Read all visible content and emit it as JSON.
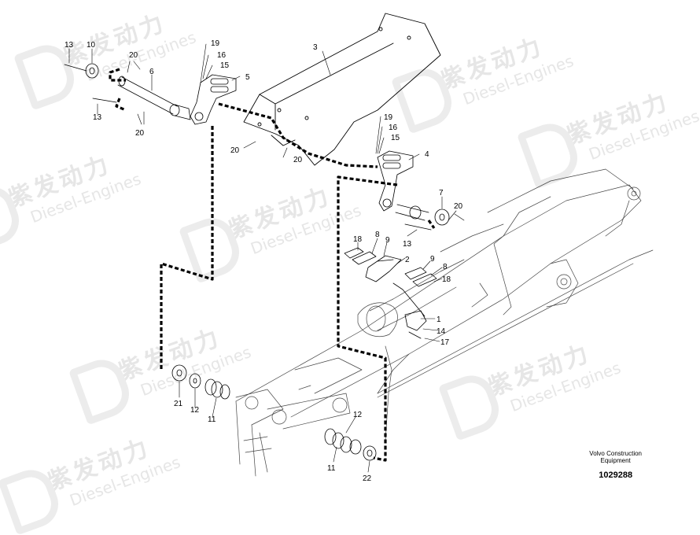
{
  "watermark": {
    "text_cn": "紫发动力",
    "text_en": "Diesel-Engines"
  },
  "manufacturer": {
    "line1": "Volvo Construction",
    "line2": "Equipment"
  },
  "drawing_number": "1029288",
  "callouts": [
    {
      "id": "c13a",
      "label": "13"
    },
    {
      "id": "c10",
      "label": "10"
    },
    {
      "id": "c20a",
      "label": "20"
    },
    {
      "id": "c6",
      "label": "6"
    },
    {
      "id": "c13b",
      "label": "13"
    },
    {
      "id": "c20b",
      "label": "20"
    },
    {
      "id": "c19a",
      "label": "19"
    },
    {
      "id": "c16a",
      "label": "16"
    },
    {
      "id": "c15a",
      "label": "15"
    },
    {
      "id": "c5",
      "label": "5"
    },
    {
      "id": "c3",
      "label": "3"
    },
    {
      "id": "c20c",
      "label": "20"
    },
    {
      "id": "c20d",
      "label": "20"
    },
    {
      "id": "c19b",
      "label": "19"
    },
    {
      "id": "c16b",
      "label": "16"
    },
    {
      "id": "c15b",
      "label": "15"
    },
    {
      "id": "c4",
      "label": "4"
    },
    {
      "id": "c7",
      "label": "7"
    },
    {
      "id": "c20e",
      "label": "20"
    },
    {
      "id": "c13c",
      "label": "13"
    },
    {
      "id": "c18a",
      "label": "18"
    },
    {
      "id": "c8a",
      "label": "8"
    },
    {
      "id": "c9a",
      "label": "9"
    },
    {
      "id": "c2",
      "label": "2"
    },
    {
      "id": "c9b",
      "label": "9"
    },
    {
      "id": "c8b",
      "label": "8"
    },
    {
      "id": "c18b",
      "label": "18"
    },
    {
      "id": "c1",
      "label": "1"
    },
    {
      "id": "c14",
      "label": "14"
    },
    {
      "id": "c17",
      "label": "17"
    },
    {
      "id": "c21",
      "label": "21"
    },
    {
      "id": "c12a",
      "label": "12"
    },
    {
      "id": "c11a",
      "label": "11"
    },
    {
      "id": "c12b",
      "label": "12"
    },
    {
      "id": "c11b",
      "label": "11"
    },
    {
      "id": "c22",
      "label": "22"
    }
  ]
}
